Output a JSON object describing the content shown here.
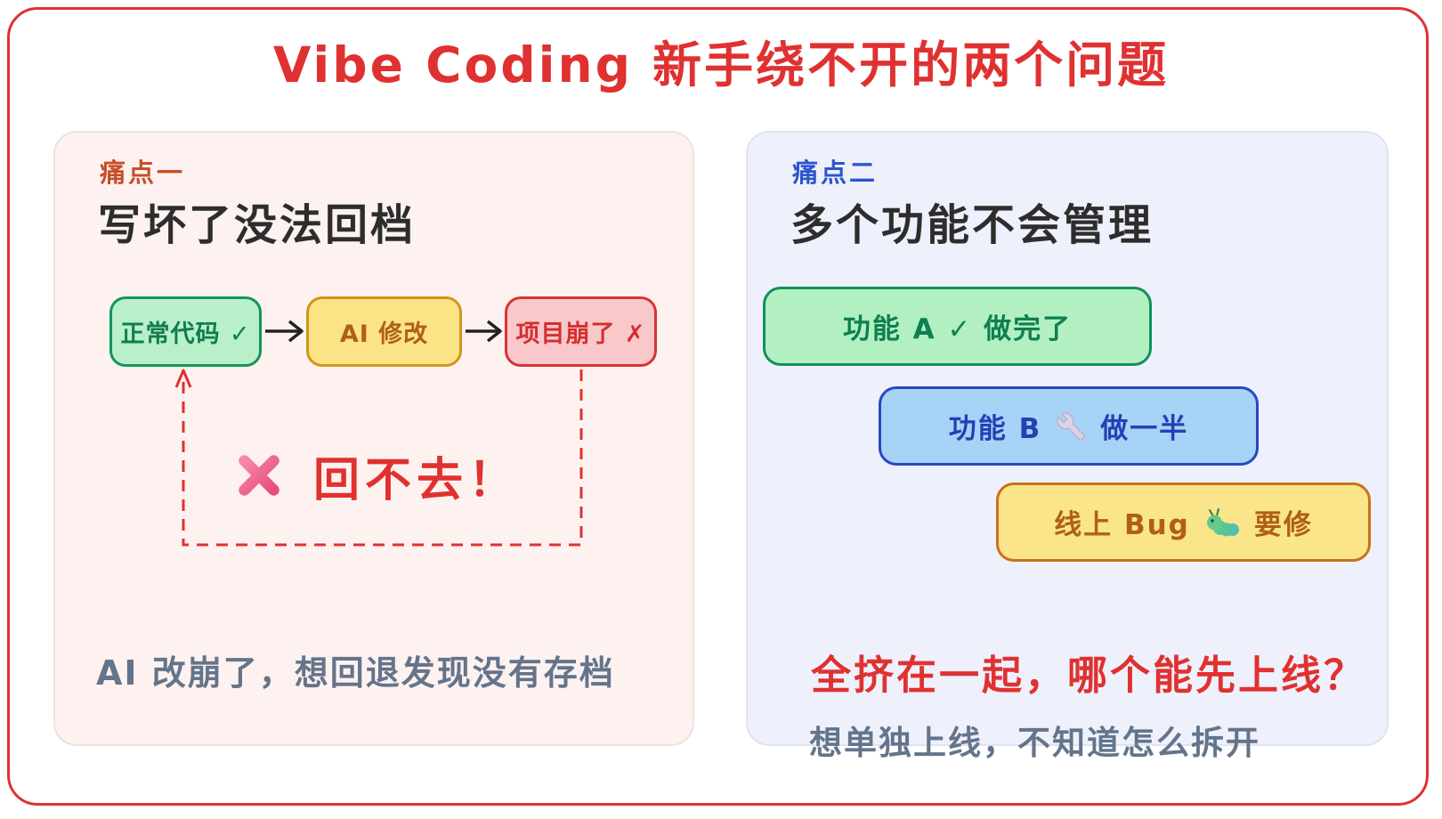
{
  "title": "Vibe Coding 新手绕不开的两个问题",
  "colors": {
    "accent_red": "#e03131",
    "panel1_bg": "#fdf2f0",
    "panel2_bg": "#eef1fb",
    "tag1_orange": "#c64f28",
    "tag2_blue": "#2c56cc",
    "heading_dark": "#2d2d2d",
    "muted_gray": "#64748b",
    "green_bg": "#b9f0c9",
    "green_border": "#169459",
    "green_text": "#0f7d50",
    "yellow_bg": "#fbe386",
    "yellow_border": "#d3941a",
    "yellow_text": "#b05f19",
    "red_bg": "#f9c8ca",
    "red_border": "#d63434",
    "red_text": "#d42f2f",
    "blue_bg": "#a6d3f6",
    "blue_border": "#2848c0",
    "blue_text": "#2540b5"
  },
  "panel1": {
    "tag": "痛点一",
    "heading": "写坏了没法回档",
    "flow": [
      {
        "label": "正常代码 ✓",
        "status": "ok"
      },
      {
        "label": "AI 修改",
        "status": "warn"
      },
      {
        "label": "项目崩了 ✗",
        "status": "broken"
      }
    ],
    "loop_icon": "cross-mark-icon",
    "loop_label": "回不去！",
    "caption": "AI 改崩了，想回退发现没有存档"
  },
  "panel2": {
    "tag": "痛点二",
    "heading": "多个功能不会管理",
    "bars": [
      {
        "pre": "功能 A ✓ 做完了",
        "icon": "none",
        "post": ""
      },
      {
        "pre": "功能 B",
        "icon": "wrench-icon",
        "post": "做一半"
      },
      {
        "pre": "线上 Bug",
        "icon": "bug-icon",
        "post": "要修"
      }
    ],
    "question": "全挤在一起，哪个能先上线？",
    "caption": "想单独上线，不知道怎么拆开"
  }
}
